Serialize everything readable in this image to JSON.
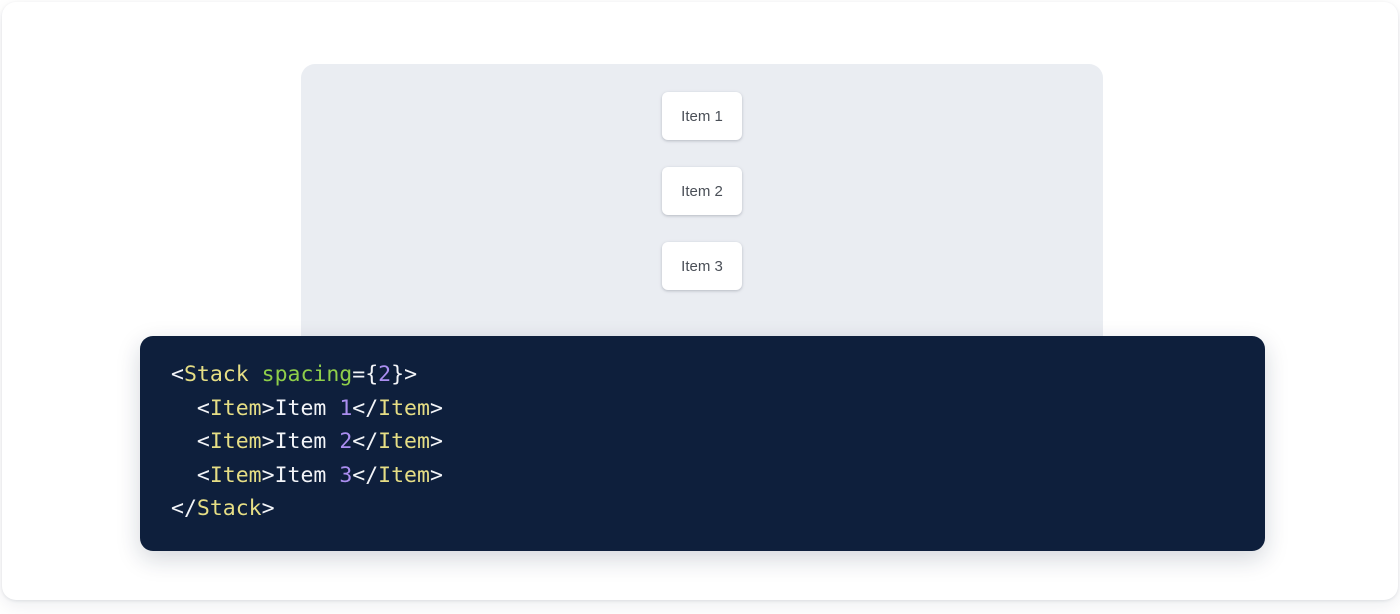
{
  "theme": {
    "page_bg": "#ffffff",
    "frame_bg": "#ffffff",
    "preview_bg": "#eaedf2",
    "card_bg": "#ffffff",
    "card_text": "#4a4f57",
    "code_bg": "#0e1f3c",
    "code_default": "#f2f4f8",
    "code_tag": "#e6de85",
    "code_attr": "#8fce4a",
    "code_number": "#ab8ef0"
  },
  "preview": {
    "component": "Stack",
    "spacing": "2",
    "items": [
      {
        "label": "Item 1"
      },
      {
        "label": "Item 2"
      },
      {
        "label": "Item 3"
      }
    ]
  },
  "code": {
    "language": "jsx",
    "lines": [
      {
        "indent": "",
        "tokens": [
          {
            "t": "<",
            "c": "punct"
          },
          {
            "t": "Stack",
            "c": "tag"
          },
          {
            "t": " ",
            "c": "punct"
          },
          {
            "t": "spacing",
            "c": "attr"
          },
          {
            "t": "=",
            "c": "punct"
          },
          {
            "t": "{",
            "c": "punct"
          },
          {
            "t": "2",
            "c": "num"
          },
          {
            "t": "}",
            "c": "punct"
          },
          {
            "t": ">",
            "c": "punct"
          }
        ]
      },
      {
        "indent": "  ",
        "tokens": [
          {
            "t": "<",
            "c": "punct"
          },
          {
            "t": "Item",
            "c": "tag"
          },
          {
            "t": ">",
            "c": "punct"
          },
          {
            "t": "Item ",
            "c": "text"
          },
          {
            "t": "1",
            "c": "num"
          },
          {
            "t": "</",
            "c": "punct"
          },
          {
            "t": "Item",
            "c": "tag"
          },
          {
            "t": ">",
            "c": "punct"
          }
        ]
      },
      {
        "indent": "  ",
        "tokens": [
          {
            "t": "<",
            "c": "punct"
          },
          {
            "t": "Item",
            "c": "tag"
          },
          {
            "t": ">",
            "c": "punct"
          },
          {
            "t": "Item ",
            "c": "text"
          },
          {
            "t": "2",
            "c": "num"
          },
          {
            "t": "</",
            "c": "punct"
          },
          {
            "t": "Item",
            "c": "tag"
          },
          {
            "t": ">",
            "c": "punct"
          }
        ]
      },
      {
        "indent": "  ",
        "tokens": [
          {
            "t": "<",
            "c": "punct"
          },
          {
            "t": "Item",
            "c": "tag"
          },
          {
            "t": ">",
            "c": "punct"
          },
          {
            "t": "Item ",
            "c": "text"
          },
          {
            "t": "3",
            "c": "num"
          },
          {
            "t": "</",
            "c": "punct"
          },
          {
            "t": "Item",
            "c": "tag"
          },
          {
            "t": ">",
            "c": "punct"
          }
        ]
      },
      {
        "indent": "",
        "tokens": [
          {
            "t": "</",
            "c": "punct"
          },
          {
            "t": "Stack",
            "c": "tag"
          },
          {
            "t": ">",
            "c": "punct"
          }
        ]
      }
    ]
  }
}
